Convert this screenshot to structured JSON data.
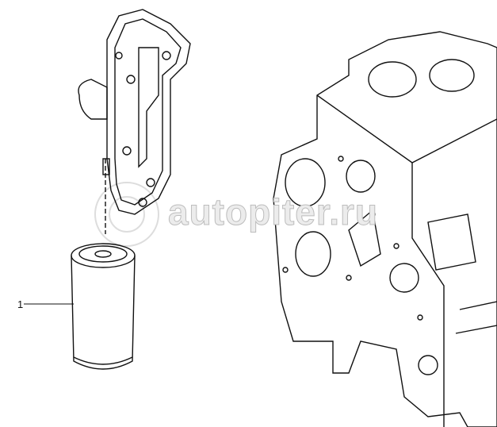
{
  "diagram": {
    "callouts": [
      {
        "label": "1"
      }
    ],
    "watermark": "autopiter.ru",
    "parts": [
      "oil-filter",
      "oil-filter-head-bracket",
      "engine-block"
    ]
  }
}
